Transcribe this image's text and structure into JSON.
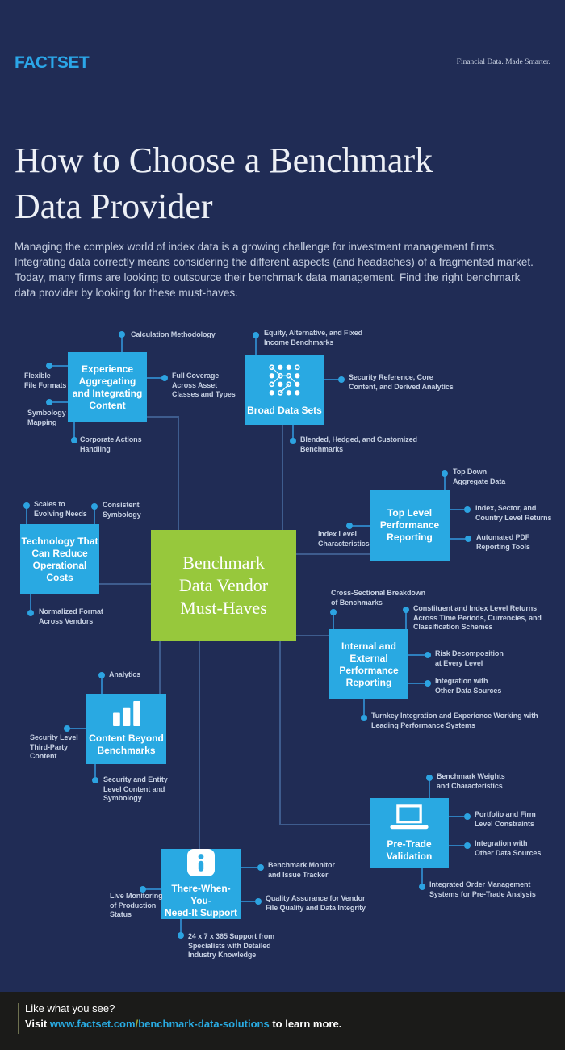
{
  "header": {
    "logo": "FACTSET",
    "tagline": "Financial Data. Made Smarter."
  },
  "hero": {
    "title": "How to Choose a Benchmark\nData Provider",
    "intro": "Managing the complex world of index data is a growing challenge for investment management firms.\nIntegrating data correctly means considering the different aspects (and headaches) of a fragmented market.\nToday, many firms are looking to outsource their benchmark data management. Find the right benchmark\ndata provider by looking for these must-haves."
  },
  "diagram": {
    "center": "Benchmark\nData Vendor\nMust-Haves",
    "boxes": {
      "experience": "Experience\nAggregating\nand Integrating\nContent",
      "broad": "Broad Data Sets",
      "technology": "Technology That\nCan Reduce\nOperational Costs",
      "toplevel": "Top Level\nPerformance\nReporting",
      "internal": "Internal and\nExternal\nPerformance\nReporting",
      "content": "Content Beyond\nBenchmarks",
      "pretrade": "Pre-Trade\nValidation",
      "support": "There-When-You-\nNeed-It Support"
    },
    "icons": {
      "broad": "dot-network-icon",
      "content": "bar-chart-icon",
      "pretrade": "laptop-icon",
      "support": "info-icon"
    },
    "satellites": {
      "calc": "Calculation Methodology",
      "flexible": "Flexible\nFile Formats",
      "symbology": "Symbology\nMapping",
      "corporate": "Corporate Actions\nHandling",
      "fullcov": "Full Coverage\nAcross Asset\nClasses and Types",
      "equity": "Equity, Alternative, and Fixed\nIncome Benchmarks",
      "secref": "Security Reference, Core\nContent, and Derived Analytics",
      "blended": "Blended, Hedged, and Customized\nBenchmarks",
      "scales": "Scales to\nEvolving Needs",
      "consistent": "Consistent\nSymbology",
      "normalized": "Normalized Format\nAcross Vendors",
      "topdown": "Top Down\nAggregate Data",
      "indexsector": "Index, Sector, and\nCountry Level Returns",
      "autopdf": "Automated PDF\nReporting Tools",
      "indexlevel": "Index Level\nCharacteristics",
      "crosssect": "Cross-Sectional Breakdown\nof Benchmarks",
      "constituent": "Constituent and Index Level Returns\nAcross Time Periods, Currencies, and\nClassification Schemes",
      "risk": "Risk Decomposition\nat Every Level",
      "integother1": "Integration with\nOther Data Sources",
      "turnkey": "Turnkey Integration and Experience Working with\nLeading Performance Systems",
      "analytics": "Analytics",
      "seclevel": "Security Level\nThird-Party\nContent",
      "secentity": "Security and Entity\nLevel Content and\nSymbology",
      "benchweights": "Benchmark Weights\nand Characteristics",
      "portfolio": "Portfolio and Firm\nLevel Constraints",
      "integother2": "Integration with\nOther Data Sources",
      "integorder": "Integrated Order Management\nSystems for Pre-Trade Analysis",
      "benchmonitor": "Benchmark Monitor\nand Issue Tracker",
      "livemon": "Live Monitoring\nof Production\nStatus",
      "quality": "Quality Assurance for Vendor\nFile Quality and Data Integrity",
      "support247": "24 x 7 x 365 Support from\nSpecialists with Detailed\nIndustry Knowledge"
    }
  },
  "footer": {
    "line1": "Like what you see?",
    "visit": "Visit ",
    "url_main": "www.factset.com",
    "url_slash": "/",
    "url_rest": "benchmark-data-solutions",
    "tail": " to learn more."
  },
  "colors": {
    "background": "#202C55",
    "box_blue": "#29A9E2",
    "center_green": "#97C83C",
    "connector": "#3E5C8E",
    "dot": "#2CA3E1",
    "link": "#29ABE2",
    "footer_bg": "#1B1B19"
  }
}
